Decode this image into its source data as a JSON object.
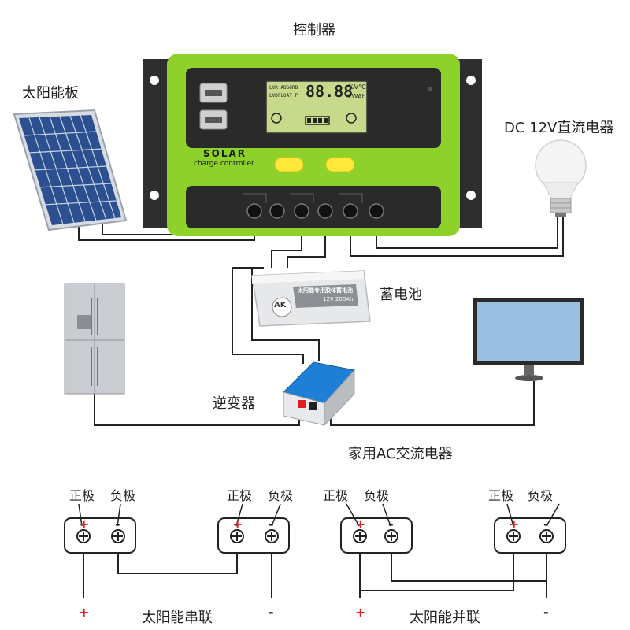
{
  "labels": {
    "controller": "控制器",
    "solar_panel": "太阳能板",
    "dc_load": "DC 12V直流电器",
    "battery": "蓄电池",
    "inverter": "逆变器",
    "ac_load": "家用AC交流电器",
    "series": "太阳能串联",
    "parallel": "太阳能并联",
    "pos": "正极",
    "neg": "负极"
  },
  "controller": {
    "brand": "SOLAR",
    "subtitle": "charge controller",
    "lcd_line1": "LVR ABSORB",
    "lcd_line2": "LVDFLOAT P",
    "lcd_digits": "88.88",
    "lcd_units1": "%V°C",
    "lcd_units2": "kWAh"
  },
  "battery_label": {
    "title": "太阳能专用胶体蓄电池",
    "spec": "12V 200Ah",
    "brand": "AK"
  },
  "signs": {
    "plus": "+",
    "minus": "-"
  },
  "colors": {
    "controller_green": "#8fd12b",
    "controller_dark": "#2a2a2a",
    "button_yellow": "#ffe83a",
    "lcd": "#c7d98a",
    "inverter_blue": "#1f7fd6",
    "panel_blue": "#2b4f8f",
    "wire": "#222222",
    "plus_red": "#e02020"
  }
}
